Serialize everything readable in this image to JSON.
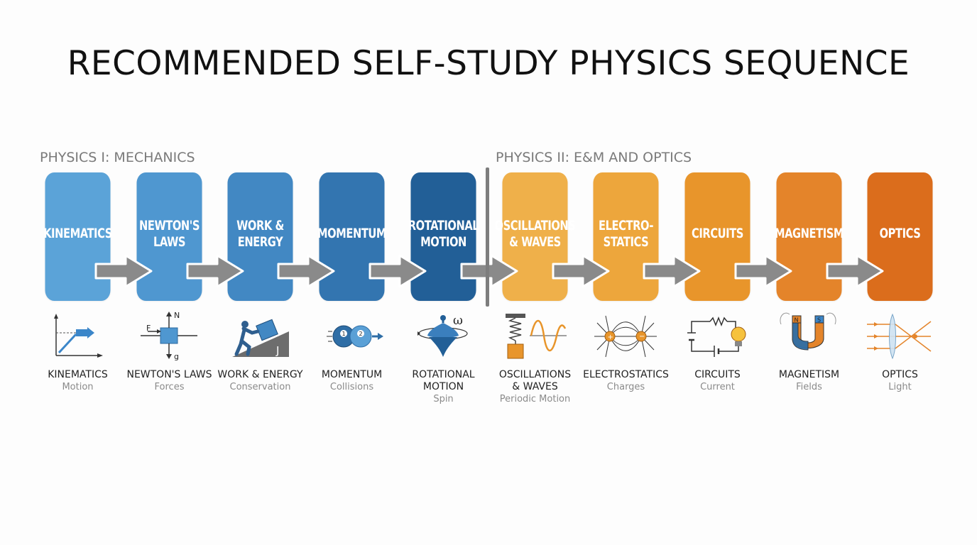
{
  "title": "RECOMMENDED SELF-STUDY PHYSICS SEQUENCE",
  "sections": [
    {
      "label": "PHYSICS I: MECHANICS"
    },
    {
      "label": "PHYSICS II: E&M AND OPTICS"
    }
  ],
  "steps": [
    {
      "tile": "KINEMATICS",
      "caption": "KINEMATICS",
      "sub": "Motion",
      "color": "#5ba3d8",
      "icon": "position-time-graph-icon"
    },
    {
      "tile": "NEWTON'S\nLAWS",
      "caption": "NEWTON'S LAWS",
      "sub": "Forces",
      "color": "#4f97d0",
      "icon": "force-diagram-icon"
    },
    {
      "tile": "WORK &\nENERGY",
      "caption": "WORK & ENERGY",
      "sub": "Conservation",
      "color": "#4288c3",
      "icon": "push-block-ramp-icon"
    },
    {
      "tile": "MOMENTUM",
      "caption": "MOMENTUM",
      "sub": "Collisions",
      "color": "#3375b0",
      "icon": "colliding-balls-icon"
    },
    {
      "tile": "ROTATIONAL\nMOTION",
      "caption": "ROTATIONAL\nMOTION",
      "sub": "Spin",
      "color": "#225f97",
      "icon": "spinning-top-icon"
    },
    {
      "tile": "OSCILLATIONS\n& WAVES",
      "caption": "OSCILLATIONS\n& WAVES",
      "sub": "Periodic Motion",
      "color": "#efb04a",
      "icon": "spring-wave-icon"
    },
    {
      "tile": "ELECTRO-\nSTATICS",
      "caption": "ELECTROSTATICS",
      "sub": "Charges",
      "color": "#eda63c",
      "icon": "field-lines-icon"
    },
    {
      "tile": "CIRCUITS",
      "caption": "CIRCUITS",
      "sub": "Current",
      "color": "#e8952b",
      "icon": "circuit-bulb-icon"
    },
    {
      "tile": "MAGNETISM",
      "caption": "MAGNETISM",
      "sub": "Fields",
      "color": "#e4842a",
      "icon": "horseshoe-magnet-icon"
    },
    {
      "tile": "OPTICS",
      "caption": "OPTICS",
      "sub": "Light",
      "color": "#db6d1c",
      "icon": "lens-rays-icon"
    }
  ],
  "labels": {
    "force": "F",
    "normal": "N",
    "gravity": "g",
    "work": "J",
    "omega": "ω",
    "ball1": "1",
    "ball2": "2",
    "north": "N",
    "south": "S"
  }
}
